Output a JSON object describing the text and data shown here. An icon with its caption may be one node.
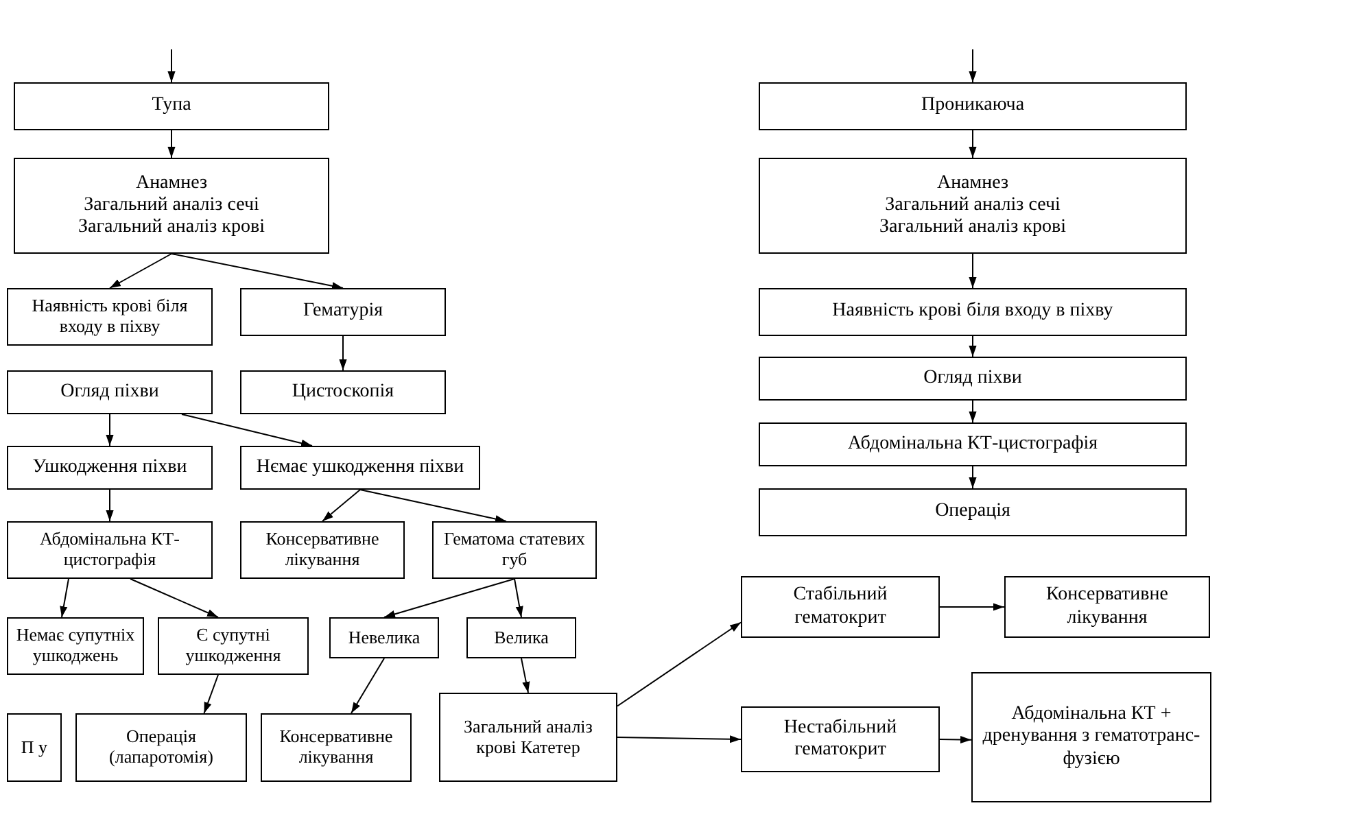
{
  "diagram": {
    "nodes": [
      {
        "text": [
          "Тупа"
        ]
      },
      {
        "text": [
          "Анамнез",
          "Загальний аналіз сечі",
          "Загальний аналіз крові"
        ]
      },
      {
        "text": [
          "Наявність крові біля входу в піхву"
        ]
      },
      {
        "text": [
          "Гематурія"
        ]
      },
      {
        "text": [
          "Огляд піхви"
        ]
      },
      {
        "text": [
          "Цистоскопія"
        ]
      },
      {
        "text": [
          "Ушкодження піхви"
        ]
      },
      {
        "text": [
          "Нємає ушкодження піхви"
        ]
      },
      {
        "text": [
          "Абдомінальна КТ-цистографія"
        ]
      },
      {
        "text": [
          "Консервативне лікування"
        ]
      },
      {
        "text": [
          "Гематома статевих губ"
        ]
      },
      {
        "text": [
          "Немає супутніх ушкоджень"
        ]
      },
      {
        "text": [
          "Є супутні ушкодження"
        ]
      },
      {
        "text": [
          "Невелика"
        ]
      },
      {
        "text": [
          "Велика"
        ]
      },
      {
        "text": [
          "П у"
        ]
      },
      {
        "text": [
          "Операція (лапаротомія)"
        ]
      },
      {
        "text": [
          "Консервативне лікування"
        ]
      },
      {
        "text": [
          "Загальний аналіз крові Катетер"
        ]
      },
      {
        "text": [
          "Стабільний гематокрит"
        ]
      },
      {
        "text": [
          "Консервативне лікування"
        ]
      },
      {
        "text": [
          "Нестабільний гематокрит"
        ]
      },
      {
        "text": [
          "Абдомінальна КТ + дренування з гематотранс- фузією"
        ]
      },
      {
        "text": [
          "Проникаюча"
        ]
      },
      {
        "text": [
          "Анамнез",
          "Загальний аналіз сечі",
          "Загальний аналіз крові"
        ]
      },
      {
        "text": [
          "Наявність крові біля входу в піхву"
        ]
      },
      {
        "text": [
          "Огляд піхви"
        ]
      },
      {
        "text": [
          "Абдомінальна КТ-цистографія"
        ]
      },
      {
        "text": [
          "Операція"
        ]
      }
    ],
    "edges": [
      {
        "from": null,
        "to": 0,
        "arrow": "to"
      },
      {
        "from": 0,
        "to": 1,
        "arrow": "to"
      },
      {
        "from": 1,
        "to": 2,
        "arrow": "to"
      },
      {
        "from": 1,
        "to": 3,
        "arrow": "to"
      },
      {
        "from": 3,
        "to": 5,
        "arrow": "to"
      },
      {
        "from": 4,
        "to": 6,
        "arrow": "to"
      },
      {
        "from": 4,
        "to": 7,
        "arrow": "to"
      },
      {
        "from": 6,
        "to": 8,
        "arrow": "to"
      },
      {
        "from": 7,
        "to": 9,
        "arrow": "to"
      },
      {
        "from": 7,
        "to": 10,
        "arrow": "to"
      },
      {
        "from": 8,
        "to": 11,
        "arrow": "to"
      },
      {
        "from": 8,
        "to": 12,
        "arrow": "to"
      },
      {
        "from": 12,
        "to": 16,
        "arrow": "to"
      },
      {
        "from": 10,
        "to": 13,
        "arrow": "to"
      },
      {
        "from": 10,
        "to": 14,
        "arrow": "to"
      },
      {
        "from": 13,
        "to": 17,
        "arrow": "to"
      },
      {
        "from": 14,
        "to": 18,
        "arrow": "to"
      },
      {
        "from": 18,
        "to": 19,
        "arrow": "to"
      },
      {
        "from": 18,
        "to": 21,
        "arrow": "to"
      },
      {
        "from": 19,
        "to": 20,
        "arrow": "to"
      },
      {
        "from": 21,
        "to": 22,
        "arrow": "to"
      },
      {
        "from": null,
        "to": 23,
        "arrow": "to"
      },
      {
        "from": 23,
        "to": 24,
        "arrow": "to"
      },
      {
        "from": 24,
        "to": 25,
        "arrow": "to"
      },
      {
        "from": 25,
        "to": 26,
        "arrow": "to"
      },
      {
        "from": 26,
        "to": 27,
        "arrow": "to"
      },
      {
        "from": 27,
        "to": 28,
        "arrow": "to"
      }
    ]
  }
}
